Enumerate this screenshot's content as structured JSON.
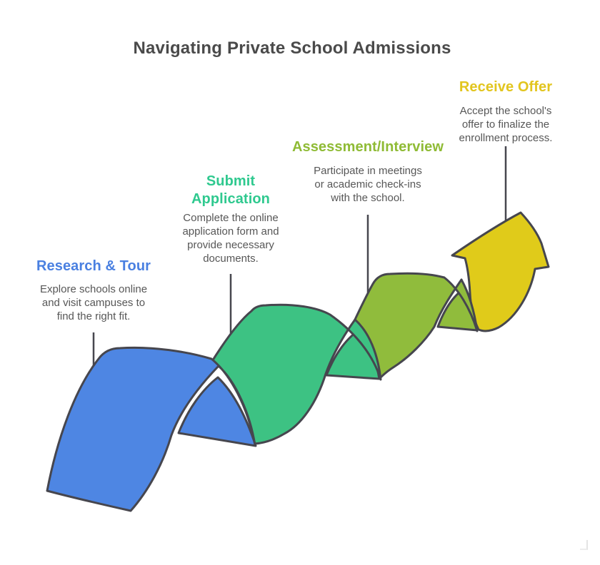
{
  "title": "Navigating Private School Admissions",
  "stages": [
    {
      "label": "Research & Tour",
      "description": "Explore schools online and visit campuses to find the right fit.",
      "color": "#4A80E1"
    },
    {
      "label": "Submit Application",
      "description": "Complete the online application form and provide necessary documents.",
      "color": "#2FC98F"
    },
    {
      "label": "Assessment/Interview",
      "description": "Participate in meetings or academic check-ins with the school.",
      "color": "#8FBB35"
    },
    {
      "label": "Receive Offer",
      "description": "Accept the school's offer to finalize the enrollment process.",
      "color": "#E2C51E"
    }
  ],
  "shape_colors": {
    "blue": "#4E86E3",
    "green": "#3DC283",
    "olive": "#90BC3C",
    "yellow": "#E0CB1A",
    "white_gap": "#FFFFFF",
    "outline": "#46464E",
    "connector": "#47474F"
  },
  "text_colors": {
    "title": "#4A4A4A",
    "description": "#575757"
  }
}
